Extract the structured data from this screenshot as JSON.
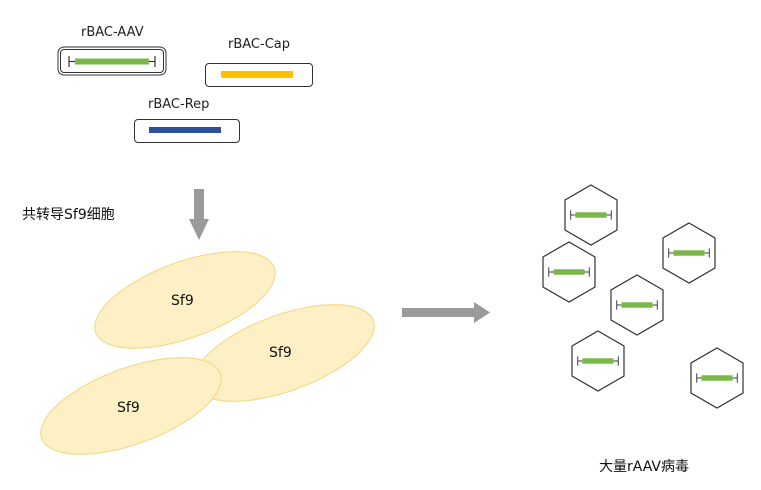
{
  "plasmids": [
    {
      "label": "rBAC-AAV",
      "color": "#7ab648"
    },
    {
      "label": "rBAC-Cap",
      "color": "#ffc000"
    },
    {
      "label": "rBAC-Rep",
      "color": "#2f4f9a"
    }
  ],
  "step_label": "共转导Sf9细胞",
  "cells": [
    "Sf9",
    "Sf9",
    "Sf9"
  ],
  "result_label": "大量rAAV病毒",
  "colors": {
    "cell_fill": "#fdf0c4",
    "cell_stroke": "#f5d98c",
    "arrow": "#9a9a9a",
    "genome": "#7ab648"
  }
}
